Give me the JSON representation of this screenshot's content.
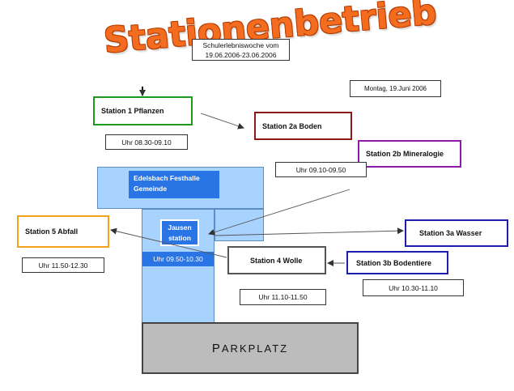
{
  "title": "Stationenbetrieb",
  "subtitle_line1": "Schulerlebniswoche vom",
  "subtitle_line2": "19.06.2006-23.06.2006",
  "date_label": "Montag, 19.Juni 2006",
  "colors": {
    "title_orange": "#f36c1f",
    "green": "#1b9a1b",
    "red": "#8b1a1a",
    "purple": "#8a1aa8",
    "orange": "#f5a11c",
    "navy": "#1d1db0",
    "blue_light": "#a9d3ff",
    "blue_dark": "#2a75e6",
    "parking_gray": "#bcbcbc"
  },
  "stations": {
    "s1": {
      "label": "Station 1 Pflanzen",
      "time": "Uhr 08.30-09.10"
    },
    "s2a": {
      "label": "Station 2a Boden"
    },
    "s2b": {
      "label": "Station 2b Mineralogie",
      "time": "Uhr 09.10-09.50"
    },
    "s3a": {
      "label": "Station 3a Wasser"
    },
    "s3b": {
      "label": "Station 3b Bodentiere",
      "time": "Uhr 10.30-11.10"
    },
    "s4": {
      "label": "Station 4 Wolle",
      "time": "Uhr 11.10-11.50"
    },
    "s5": {
      "label": "Station 5 Abfall",
      "time": "Uhr 11.50-12.30"
    }
  },
  "hall": {
    "line1": "Edelsbach Festhalle",
    "line2": "Gemeinde"
  },
  "snack": {
    "line1": "Jausen",
    "line2": "station",
    "time": "Uhr 09.50-10.30"
  },
  "parking": {
    "first": "P",
    "rest": "ARKPLATZ"
  }
}
